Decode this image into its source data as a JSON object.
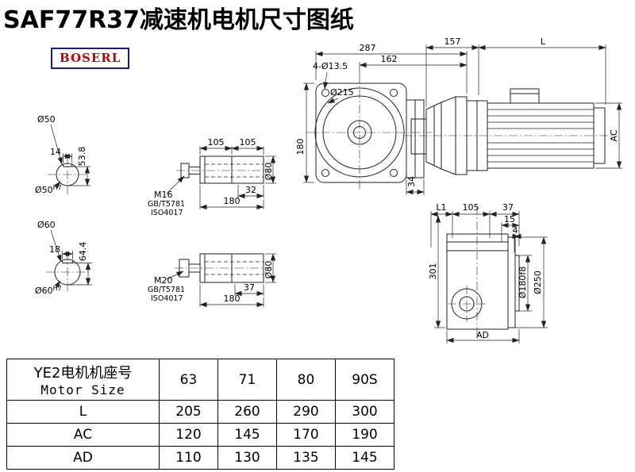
{
  "header": {
    "title": "SAF77R37减速机电机尺寸图纸",
    "brand": "BOSERL"
  },
  "front_view": {
    "dim_total_width": "287",
    "dim_width2": "162",
    "holes_label": "4-Ø13.5",
    "dia_label": "Ø215",
    "dim_height": "180",
    "dim_boss": "34"
  },
  "motor_view": {
    "dim_adapter": "157",
    "dim_length": "L",
    "dim_height": "AC"
  },
  "shaft_end_top": {
    "dia": "Ø50",
    "key_width": "14",
    "key_height": "53.8",
    "bore": "Ø50",
    "bore_fit": "H7"
  },
  "shaft_end_bottom": {
    "dia": "Ø60",
    "key_width": "18",
    "key_height": "64.4",
    "bore": "Ø60",
    "bore_fit": "H7"
  },
  "hollow_shaft_top": {
    "seg1": "105",
    "seg2": "105",
    "bolt": "M16",
    "std1": "GB/T5781",
    "std2": "ISO4017",
    "depth": "32",
    "total": "180",
    "dia": "Ø80"
  },
  "hollow_shaft_bottom": {
    "bolt": "M20",
    "std1": "GB/T5781",
    "std2": "ISO4017",
    "depth": "37",
    "total": "180",
    "dia": "Ø80"
  },
  "flange_view": {
    "dim_l1": "L1",
    "dim_seg": "105",
    "dim_a": "37",
    "dim_b": "15",
    "dim_c": "4",
    "dim_height": "301",
    "dia_spigot": "Ø180f8",
    "dia_flange": "Ø250",
    "dim_width": "AD"
  },
  "table": {
    "header_cn": "YE2电机机座号",
    "header_en": "Motor Size",
    "sizes": [
      "63",
      "71",
      "80",
      "90S"
    ],
    "rows": [
      {
        "label": "L",
        "values": [
          "205",
          "260",
          "290",
          "300"
        ]
      },
      {
        "label": "AC",
        "values": [
          "120",
          "145",
          "170",
          "190"
        ]
      },
      {
        "label": "AD",
        "values": [
          "110",
          "130",
          "135",
          "145"
        ]
      }
    ]
  }
}
